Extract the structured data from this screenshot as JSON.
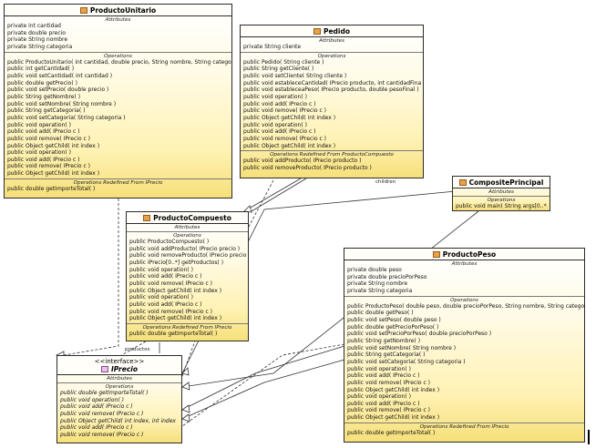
{
  "classes": {
    "producto_unitario": {
      "name": "ProductoUnitario",
      "attributes_title": "Attributes",
      "attributes": [
        "private int cantidad",
        "private double precio",
        "private String nombre",
        "private String categoria"
      ],
      "operations_title": "Operations",
      "operations": [
        "public ProductoUnitario( int cantidad, double precio, String nombre, String catego",
        "public  int  getCantidad( )",
        "public  void  setCantidad( int cantidad )",
        "public  double  getPrecio( )",
        "public  void  setPrecio( double precio )",
        "public  String  getNombre( )",
        "public  void  setNombre( String nombre )",
        "public  String  getCategoria( )",
        "public  void  setCategoria( String categoria )",
        "public  void  operation( )",
        "public  void  add( IPrecio c )",
        "public  void  remove( IPrecio c )",
        "public  Object  getChild( int index )",
        "public  void  operation( )",
        "public  void  add( IPrecio c )",
        "public  void  remove( IPrecio c )",
        "public  Object  getChild( int index )"
      ],
      "redefined_title": "Operations Redefined From IPrecio",
      "redefined": [
        "public  double  getImporteTotal( )"
      ]
    },
    "pedido": {
      "name": "Pedido",
      "attributes_title": "Attributes",
      "attributes": [
        "private String cliente"
      ],
      "operations_title": "Operations",
      "operations": [
        "public Pedido( String cliente )",
        "public  String  getCliente( )",
        "public  void  setCliente( String cliente )",
        "public  void  estableceCantidad( IPrecio producto, int cantidadFina",
        "public  void  estableceaPeso( IPrecio producto, double pesoFinal )",
        "public  void  operation( )",
        "public  void  add( IPrecio c )",
        "public  void  remove( IPrecio c )",
        "public  Object  getChild( int index )",
        "public  void  operation( )",
        "public  void  add( IPrecio c )",
        "public  void  remove( IPrecio c )",
        "public  Object  getChild( int index )"
      ],
      "redefined_title": "Operations Redefined From ProductoCompuesto",
      "redefined": [
        "public  void  addProducto( IPrecio producto )",
        "public  void  removeProducto( IPrecio producto )"
      ]
    },
    "composite_principal": {
      "name": "CompositePrincipal",
      "attributes_title": "Attributes",
      "operations_title": "Operations",
      "operations": [
        "public  void  main( String args[0..*"
      ]
    },
    "producto_compuesto": {
      "name": "ProductoCompuesto",
      "attributes_title": "Attributes",
      "operations_title": "Operations",
      "operations": [
        "public ProductoCompuesto( )",
        "public  void  addProducto( IPrecio precio )",
        "public  void  removeProducto( IPrecio precio",
        "public  IPrecio[0..*]  getProductos( )",
        "public  void  operation( )",
        "public  void  add( IPrecio c )",
        "public  void  remove( IPrecio c )",
        "public  Object  getChild( int index )",
        "public  void  operation( )",
        "public  void  add( IPrecio c )",
        "public  void  remove( IPrecio c )",
        "public  Object  getChild( int index )"
      ],
      "redefined_title": "Operations Redefined From IPrecio",
      "redefined": [
        "public  double  getImporteTotal( )"
      ]
    },
    "iprecio": {
      "stereotype": "<<interface>>",
      "name": "IPrecio",
      "attributes_title": "Attributes",
      "operations_title": "Operations",
      "operations": [
        "public  double  getImporteTotal( )",
        "public  void  operation( )",
        "public  void  add( IPrecio c )",
        "public  void  remove( IPrecio c )",
        "public  Object  getChild( int index, int index",
        "public  void  add( IPrecio c )",
        "public  void  remove( IPrecio c )"
      ]
    },
    "producto_peso": {
      "name": "ProductoPeso",
      "attributes_title": "Attributes",
      "attributes": [
        "private double peso",
        "private double precioPorPeso",
        "private String nombre",
        "private String categoria"
      ],
      "operations_title": "Operations",
      "operations": [
        "public ProductoPeso( double peso, double precioPorPeso, String nombre, String catego",
        "public  double  getPeso( )",
        "public  void  setPeso( double peso )",
        "public  double  getPrecioPorPeso( )",
        "public  void  setPrecioPorPeso( double precioPorPeso )",
        "public  String  getNombre( )",
        "public  void  setNombre( String nombre )",
        "public  String  getCategoria( )",
        "public  void  setCategoria( String categoria )",
        "public  void  operation( )",
        "public  void  add( IPrecio c )",
        "public  void  remove( IPrecio c )",
        "public  Object  getChild( int index )",
        "public  void  operation( )",
        "public  void  add( IPrecio c )",
        "public  void  remove( IPrecio c )",
        "public  Object  getChild( int index )"
      ],
      "redefined_title": "Operations Redefined From IPrecio",
      "redefined": [
        "public  double  getImporteTotal( )"
      ]
    }
  },
  "edge_labels": {
    "children": "children",
    "productos": "productos"
  }
}
